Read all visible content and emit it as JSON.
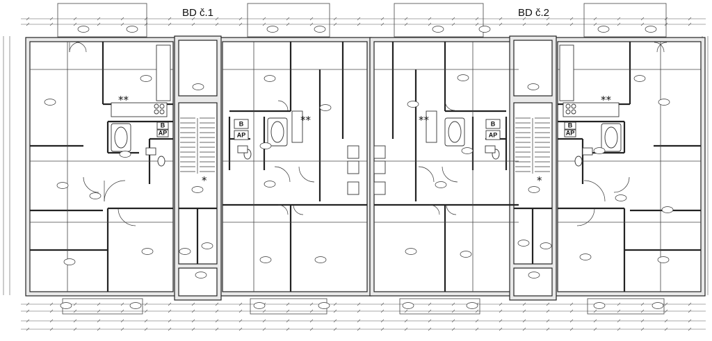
{
  "buildings": [
    {
      "label": "BD č.1"
    },
    {
      "label": "BD č.2"
    }
  ],
  "markers": {
    "double_star": "**",
    "single_star": "*"
  },
  "fixtures": {
    "boiler": "B",
    "cabinet": "AP"
  }
}
